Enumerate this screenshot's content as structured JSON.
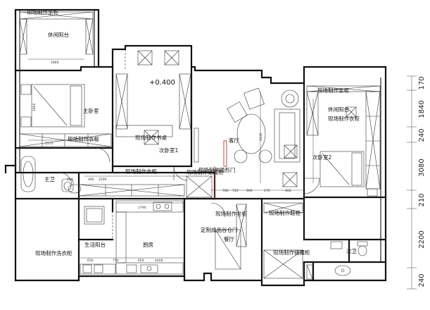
{
  "rooms": {
    "leisure_balcony": "休闲阳台",
    "master_bedroom": "主卧室",
    "secondary_bedroom_1": "次卧室1",
    "living_room": "客厅",
    "leisure_balcony_right": "休闲阳台",
    "secondary_bedroom_2": "次卧室2",
    "master_bath": "主卫",
    "living_balcony": "生活阳台",
    "kitchen": "厨房",
    "dining_room": "餐厅",
    "secondary_bath": "次卫"
  },
  "fixtures": {
    "custom_seat_top": "现场制作坐柜",
    "custom_wardrobe_master": "现场制作衣柜",
    "custom_desk": "现场制作书桌",
    "custom_hidden_door": "现场制作隐形门",
    "custom_wardrobe_corridor": "现场制作衣柜",
    "custom_storage_corridor": "现场制作储藏柜",
    "custom_seat_right": "现场制作坐柜",
    "custom_wardrobe_right": "现场制作衣柜",
    "custom_seat_dining": "现场制作坐柜",
    "custom_shoe_cabinet": "现场制作鞋柜",
    "custom_finished_door": "定制成品谷仓门",
    "custom_storage_dining": "现场制作储藏柜",
    "custom_laundry_cabinet": "现场制作洗衣柜"
  },
  "level_mark": "+0.400",
  "dimensions": {
    "right_side": [
      "170",
      "1840",
      "240",
      "3080",
      "210",
      "2200",
      "240"
    ],
    "inner": [
      "1860",
      "2570",
      "2290",
      "2790",
      "780",
      "720",
      "900",
      "270",
      "460",
      "460",
      "2430",
      "1800",
      "460",
      "650",
      "710",
      "650",
      "4400"
    ]
  }
}
